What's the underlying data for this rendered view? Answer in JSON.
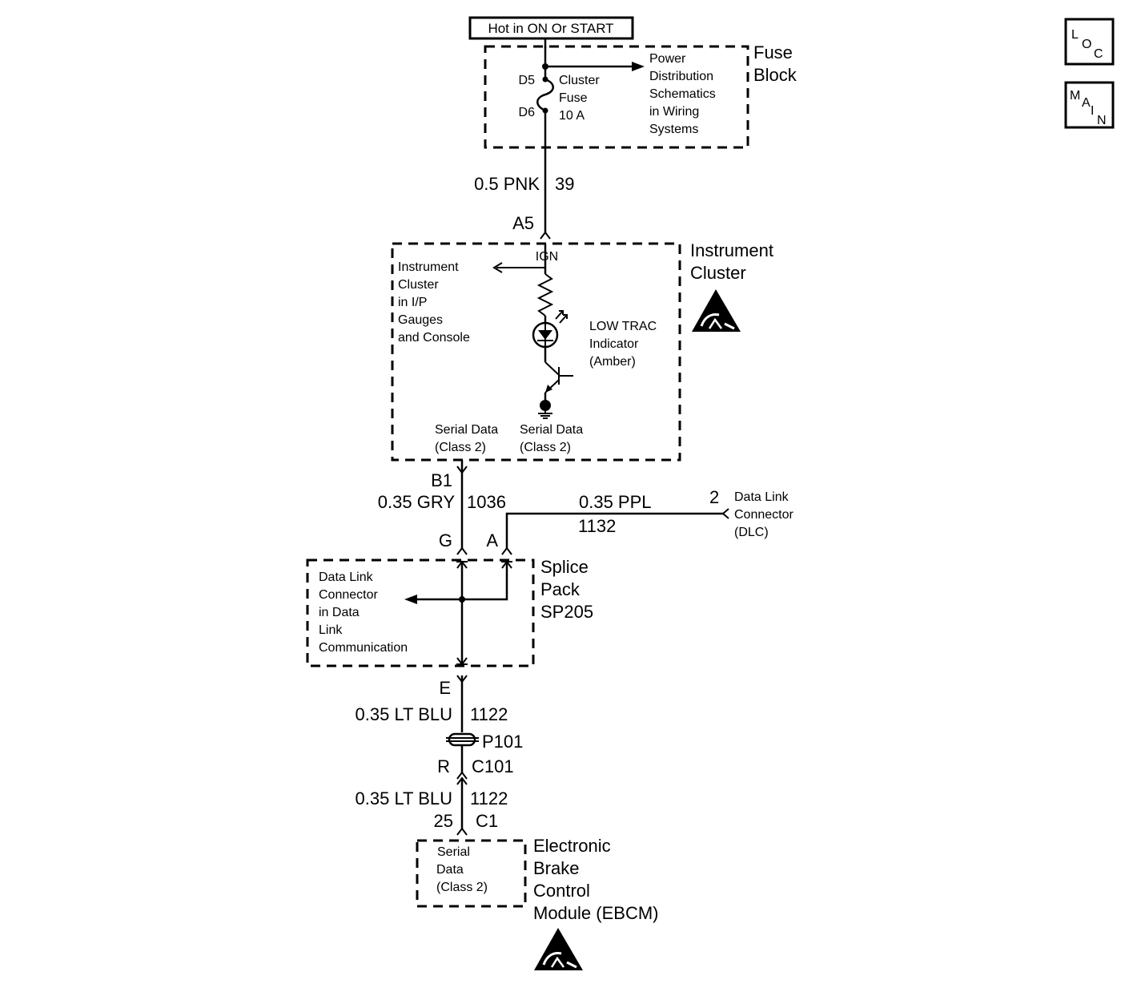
{
  "power_source": "Hot in ON Or START",
  "fuse_block": {
    "title_line1": "Fuse",
    "title_line2": "Block",
    "terminal_in": "D5",
    "terminal_out": "D6",
    "fuse_lines": [
      "Cluster",
      "Fuse",
      "10 A"
    ],
    "ref_lines": [
      "Power",
      "Distribution",
      "Schematics",
      "in Wiring",
      "Systems"
    ]
  },
  "wire_39": {
    "gauge_color": "0.5 PNK",
    "circuit": "39"
  },
  "cluster_pin_ign": "A5",
  "instrument_cluster": {
    "title_line1": "Instrument",
    "title_line2": "Cluster",
    "ign_label": "IGN",
    "ref_lines": [
      "Instrument",
      "Cluster",
      "in I/P",
      "Gauges",
      "and Console"
    ],
    "indicator_lines": [
      "LOW TRAC",
      "Indicator",
      "(Amber)"
    ],
    "serial_left": [
      "Serial Data",
      "(Class 2)"
    ],
    "serial_right": [
      "Serial Data",
      "(Class 2)"
    ]
  },
  "cluster_pin_serial": "B1",
  "wire_1036": {
    "gauge_color": "0.35 GRY",
    "circuit": "1036"
  },
  "wire_1132": {
    "gauge_color": "0.35 PPL",
    "circuit": "1132"
  },
  "dlc": {
    "pin": "2",
    "lines": [
      "Data Link",
      "Connector",
      "(DLC)"
    ]
  },
  "splice_pack": {
    "pin_g": "G",
    "pin_a": "A",
    "pin_e": "E",
    "title_lines": [
      "Splice",
      "Pack",
      "SP205"
    ],
    "ref_lines": [
      "Data Link",
      "Connector",
      "in Data",
      "Link",
      "Communication"
    ]
  },
  "wire_1122_upper": {
    "gauge_color": "0.35 LT BLU",
    "circuit": "1122"
  },
  "splice_p101": "P101",
  "connector_c101": {
    "pin": "R",
    "name": "C101"
  },
  "wire_1122_lower": {
    "gauge_color": "0.35 LT BLU",
    "circuit": "1122"
  },
  "ebcm_connector": {
    "pin": "25",
    "name": "C1"
  },
  "ebcm": {
    "title_lines": [
      "Electronic",
      "Brake",
      "Control",
      "Module (EBCM)"
    ],
    "serial_lines": [
      "Serial",
      "Data",
      "(Class 2)"
    ]
  },
  "nav": {
    "loc": [
      "L",
      "O",
      "C"
    ],
    "main": [
      "M",
      "A",
      "I",
      "N"
    ]
  }
}
